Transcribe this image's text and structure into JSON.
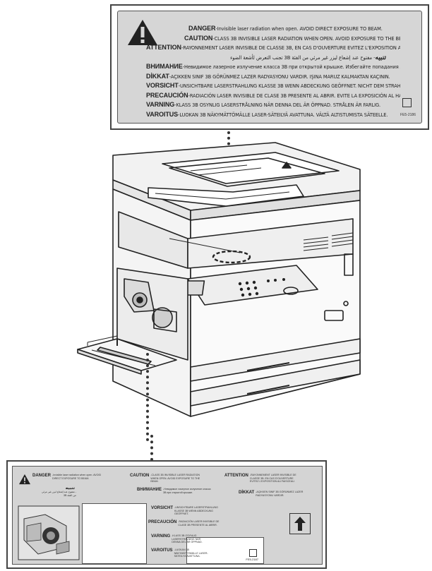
{
  "top_label": {
    "lines": [
      {
        "key": "DANGER",
        "text": "-Invisible laser radiation when open. AVOID DIRECT EXPOSURE TO BEAM."
      },
      {
        "key": "CAUTION",
        "text": "-CLASS 3B INVISIBLE LASER RADIATION WHEN OPEN. AVOID EXPOSURE TO THE BEAM."
      },
      {
        "key": "ATTENTION",
        "text": "-RAYONNEMENT LASER INVISIBLE DE CLASSE 3B, EN CAS D'OUVERTURE EVITEZ L'EXPOSITION AU FAISCEAU."
      },
      {
        "key": "تنبيه",
        "text": "- مفتوح عند إشعاع ليزر غير مرئي من الفئة 3B تجنب التعرض لأشعة الضوء"
      },
      {
        "key": "ВНИМАНИЕ",
        "text": "-Невидимое лазерное излучение класса 3B при открытой крышке. Избегайте попадания луча в глаза."
      },
      {
        "key": "DİKKAT",
        "text": "-AÇIKKEN SINIF 3B GÖRÜNMEZ LAZER RADYASYONU VARDIR. IŞINA MARUZ KALMAKTAN KAÇININ."
      },
      {
        "key": "VORSICHT",
        "text": "-UNSICHTBARE LASERSTRAHLUNG KLASSE 3B WENN ABDECKUNG GEÖFFNET. NICHT DEM STRAHL AUSSETZEN."
      },
      {
        "key": "PRECAUCIÓN",
        "text": "-RADIACIÓN LASER INVISIBLE DE CLASE 3B PRESENTE AL ABRIR. EVITE LA EXPOSICIÓN AL HAZ."
      },
      {
        "key": "VARNING",
        "text": "-KLASS 3B OSYNLIG LASERSTRÅLNING NÄR DENNA DEL ÄR ÖPPNAD. STRÅLEN ÄR FARLIG."
      },
      {
        "key": "VAROITUS",
        "text": "-LUOKAN 3B NÄKYMÄTTÖMÄLLE LASER-SÄTEILYÄ AVATTUNA. VÄLTÄ ALTISTUMISTA SÄTEELLE."
      }
    ],
    "code": "FE5-2186"
  },
  "bottom_label": {
    "items": [
      {
        "key": "DANGER",
        "text": "-Invisible laser radiation when open. AVOID DIRECT EXPOSURE TO BEAM."
      },
      {
        "key": "CAUTION",
        "text": "-CLASS 3B INVISIBLE LASER RADIATION WHEN OPEN. AVOID EXPOSURE TO THE BEAM."
      },
      {
        "key": "ATTENTION",
        "text": "-RAYONNEMENT LASER INVISIBLE DE CLASSE 3B. EN CAS D'OUVERTURE EVITEZ L'EXPOSITION AU FAISCEAU."
      },
      {
        "key": "ВНИМАНИЕ",
        "text": "-Невидимое лазерное излучение класса 3B при открытой крышке."
      },
      {
        "key": "DİKKAT",
        "text": "-AÇIKKEN SINIF 3B GÖRÜNMEZ LAZER RADYASYONU VARDIR."
      },
      {
        "key": "VORSICHT",
        "text": "-UNSICHTBARE LASERSTRAHLUNG KLASSE 3B WENN ABDECKUNG GEÖFFNET."
      },
      {
        "key": "PRECAUCIÓN",
        "text": "-RADIACIÓN LASER INVISIBLE DE CLASE 3B PRESENTE AL ABRIR."
      },
      {
        "key": "VARNING",
        "text": "-KLASS 3B OSYNLIG LASERSTRÅLNING NÄR DENNA DEL ÄR ÖPPNAD."
      },
      {
        "key": "VAROITUS",
        "text": "-LUOKAN 3B NÄKYMÄTTÖMÄLLE LASER-SÄTEILYÄ AVATTUNA."
      },
      {
        "key": "تنبيه",
        "text": "- مفتوح عند إشعاع ليزر غير مرئي من الفئة 3B"
      }
    ],
    "code": "FE5-2187"
  }
}
